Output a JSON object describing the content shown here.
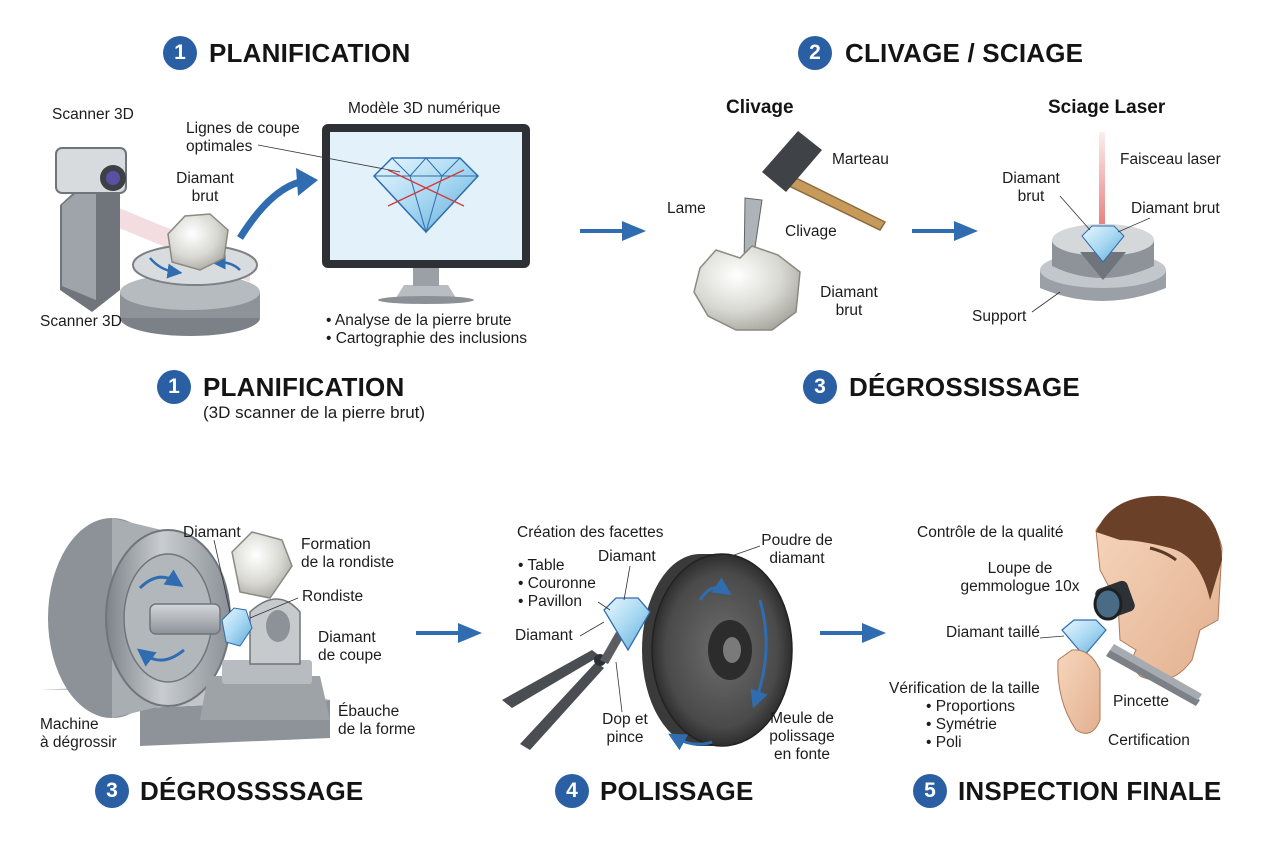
{
  "colors": {
    "accent": "#2a5fa3",
    "arrow": "#2f6db0",
    "laser": "#e05a5a",
    "steel": "#9aa0a6",
    "diamond": "#bfe2f5"
  },
  "icons": [
    "scanner-icon",
    "rough-diamond-icon",
    "monitor-icon",
    "hammer-icon",
    "blade-icon",
    "laser-icon",
    "support-icon",
    "grinding-machine-icon",
    "polishing-wheel-icon",
    "pliers-icon",
    "inspector-icon",
    "loupe-icon",
    "tweezers-icon",
    "arrow-icon"
  ],
  "steps": {
    "s1": {
      "num": "1",
      "title": "PLANIFICATION"
    },
    "s2": {
      "num": "2",
      "title": "CLIVAGE / SCIAGE"
    },
    "s1b": {
      "num": "1",
      "title": "PLANIFICATION",
      "subtitle": "(3D scanner de la pierre brut)"
    },
    "s3a": {
      "num": "3",
      "title": "DÉGROSSISSAGE"
    },
    "s3b": {
      "num": "3",
      "title": "DÉGROSSSSAGE"
    },
    "s4": {
      "num": "4",
      "title": "POLISSAGE"
    },
    "s5": {
      "num": "5",
      "title": "INSPECTION FINALE"
    }
  },
  "panel1": {
    "scanner_top": "Scanner 3D",
    "scanner_bottom": "Scanner 3D",
    "cut_lines": [
      "Lignes de coupe",
      "optimales"
    ],
    "rough": [
      "Diamant",
      "brut"
    ],
    "model": "Modèle 3D numérique",
    "bullets": [
      "• Analyse de la pierre brute",
      "• Cartographie des inclusions"
    ]
  },
  "panel2": {
    "clivage_title": "Clivage",
    "marteau": "Marteau",
    "lame": "Lame",
    "clivage": "Clivage",
    "rough": [
      "Diamant",
      "brut"
    ],
    "laser_title": "Sciage Laser",
    "faisceau": "Faisceau laser",
    "rough_left": [
      "Diamant",
      "brut"
    ],
    "rough_right": "Diamant brut",
    "support": "Support"
  },
  "panel3": {
    "diamant": "Diamant",
    "formation": [
      "Formation",
      "de la rondiste"
    ],
    "rondiste": "Rondiste",
    "coupe": [
      "Diamant",
      "de coupe"
    ],
    "machine": [
      "Machine",
      "à dégrossir"
    ],
    "ebauche": [
      "Ébauche",
      "de la forme"
    ]
  },
  "panel4": {
    "creation": "Création des facettes",
    "facets": [
      "• Table",
      "• Couronne",
      "• Pavillon"
    ],
    "diamant_top": "Diamant",
    "diamant_left": "Diamant",
    "poudre": [
      "Poudre de",
      "diamant"
    ],
    "dop": [
      "Dop et",
      "pince"
    ],
    "meule": [
      "Meule de",
      "polissage",
      "en fonte"
    ]
  },
  "panel5": {
    "controle": "Contrôle de la qualité",
    "loupe": [
      "Loupe de",
      "gemmologue 10x"
    ],
    "taille": "Diamant taillé",
    "verif": "Vérification de la taille",
    "checks": [
      "• Proportions",
      "• Symétrie",
      "• Poli"
    ],
    "pincette": "Pincette",
    "certification": "Certification"
  }
}
